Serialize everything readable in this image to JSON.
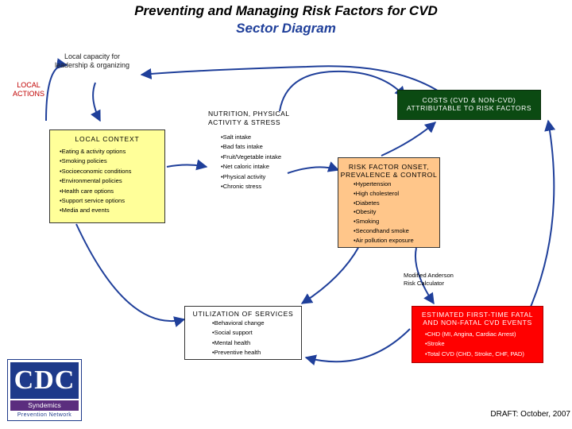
{
  "title": "Preventing and Managing Risk Factors for CVD",
  "subtitle": "Sector Diagram",
  "local_capacity": "Local capacity for leadership & organizing",
  "local_actions": "LOCAL ACTIONS",
  "local_context": {
    "header": "LOCAL CONTEXT",
    "items": [
      "Eating & activity options",
      "Smoking policies",
      "Socioeconomic conditions",
      "Environmental policies",
      "Health care options",
      "Support service options",
      "Media and events"
    ]
  },
  "nutrition": {
    "header": "NUTRITION, PHYSICAL ACTIVITY & STRESS",
    "items": [
      "Salt intake",
      "Bad fats intake",
      "Fruit/Vegetable intake",
      "Net caloric intake",
      "Physical activity",
      "Chronic stress"
    ]
  },
  "costs": {
    "header": "COSTS (CVD & NON-CVD) ATTRIBUTABLE TO RISK FACTORS"
  },
  "risk_factor": {
    "header": "RISK FACTOR ONSET, PREVALENCE & CONTROL",
    "items": [
      "Hypertension",
      "High cholesterol",
      "Diabetes",
      "Obesity",
      "Smoking",
      "Secondhand smoke",
      "Air pollution exposure"
    ]
  },
  "anderson": "Modified Anderson Risk Calculator",
  "utilization": {
    "header": "UTILIZATION OF SERVICES",
    "items": [
      "Behavioral change",
      "Social support",
      "Mental health",
      "Preventive health"
    ]
  },
  "events": {
    "header": "ESTIMATED FIRST-TIME FATAL AND NON-FATAL CVD EVENTS",
    "items": [
      "CHD (MI, Angina, Cardiac Arrest)",
      "Stroke",
      "Total CVD (CHD, Stroke, CHF, PAD)"
    ]
  },
  "logo": {
    "cdc": "CDC",
    "syndemics": "Syndemics",
    "network": "Prevention Network"
  },
  "draft": "DRAFT: October, 2007",
  "colors": {
    "subtitle": "#1f3f9a",
    "local_actions": "#c00000",
    "local_context_bg": "#ffff99",
    "costs_bg": "#0b4a12",
    "risk_factor_bg": "#ffc68a",
    "events_bg": "#ff0000",
    "arrows": "#1f3f9a",
    "logo": "#1e3a8a",
    "logo_band": "#5b2d7e"
  }
}
